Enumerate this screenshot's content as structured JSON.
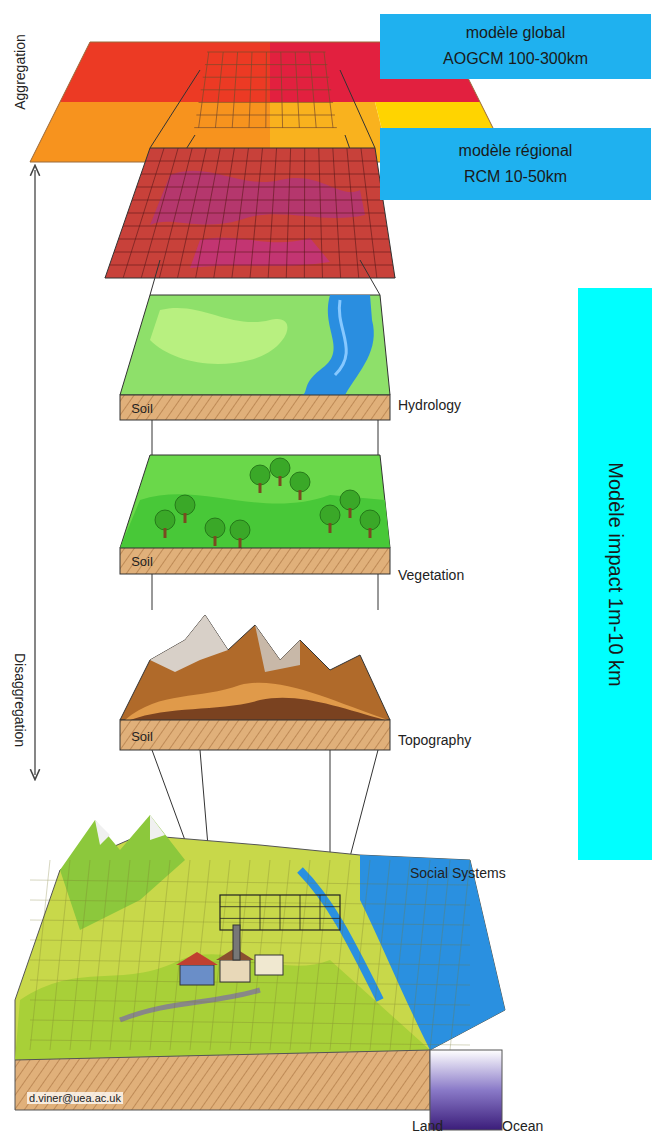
{
  "diagram": {
    "nodes": [
      {
        "text": [
          "modèle global AOGCM 100-300km"
        ]
      },
      {
        "text": [
          "modèle régional RCM 10-50km"
        ]
      },
      {
        "text": [
          "Modèle impact 1m-10 km"
        ]
      }
    ],
    "labels": [
      "Aggregation",
      "Disaggregation",
      "Soil",
      "Hydrology",
      "Soil",
      "Vegetation",
      "Soil",
      "Topography",
      "Social Systems",
      "d.viner@uea.ac.uk",
      "Land",
      "Ocean"
    ]
  }
}
